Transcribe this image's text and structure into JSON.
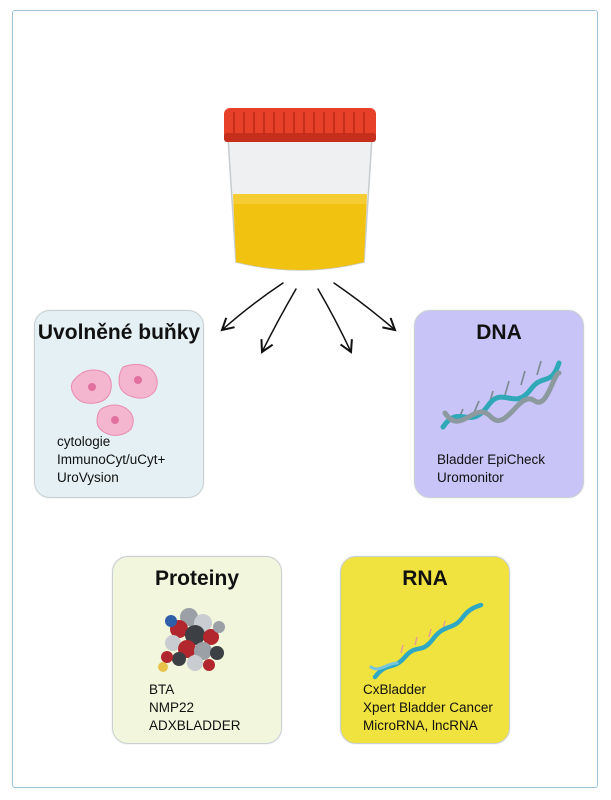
{
  "colors": {
    "frame_border": "#9fc4d8",
    "card_cells": "#e4f0f3",
    "card_dna": "#c9c4f7",
    "card_proteins": "#f1f6dc",
    "card_rna": "#f0e23f",
    "urine": "#f2c211",
    "lid": "#e8412a"
  },
  "icons": {
    "container": "urine-specimen-cup-icon",
    "cells": "cells-icon",
    "dna": "dna-helix-icon",
    "protein": "protein-molecule-icon",
    "rna": "rna-strand-icon"
  },
  "cards": {
    "cells": {
      "title": "Uvolněné buňky",
      "items": [
        "cytologie",
        "ImmunoCyt/uCyt+",
        "UroVysion"
      ]
    },
    "dna": {
      "title": "DNA",
      "items": [
        "Bladder EpiCheck",
        "Uromonitor"
      ]
    },
    "proteins": {
      "title": "Proteiny",
      "items": [
        "BTA",
        "NMP22",
        "ADXBLADDER"
      ]
    },
    "rna": {
      "title": "RNA",
      "items": [
        "CxBladder",
        "Xpert Bladder Cancer",
        "MicroRNA, lncRNA"
      ]
    }
  }
}
